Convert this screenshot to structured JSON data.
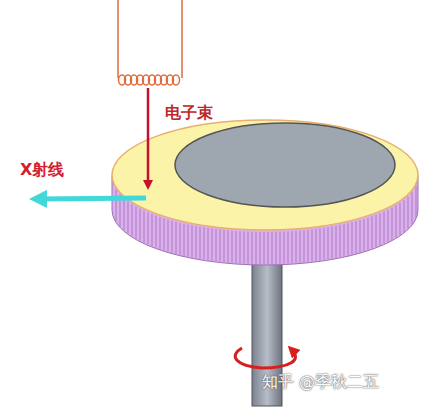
{
  "diagram": {
    "labels": [
      "电子束",
      "X射线",
      "知乎 @季秋二五"
    ]
  }
}
